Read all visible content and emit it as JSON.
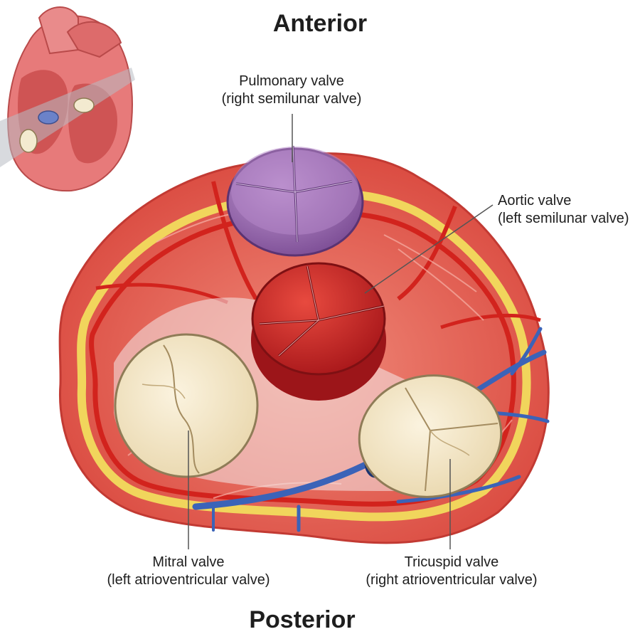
{
  "orientation": {
    "top": "Anterior",
    "bottom": "Posterior"
  },
  "valves": {
    "pulmonary": {
      "name": "Pulmonary valve",
      "alt": "(right semilunar valve)"
    },
    "aortic": {
      "name": "Aortic valve",
      "alt": "(left semilunar valve)"
    },
    "mitral": {
      "name": "Mitral valve",
      "alt": "(left atrioventricular valve)"
    },
    "tricuspid": {
      "name": "Tricuspid valve",
      "alt": "(right atrioventricular valve)"
    }
  },
  "colors": {
    "myocardium": "#e0544a",
    "fat": "#f1d55c",
    "artery": "#d2231d",
    "vein": "#3b63b8",
    "pulmonary_valve": "#9a6bb0",
    "aortic_valve": "#c62423",
    "av_valve": "#f2e6c8"
  }
}
